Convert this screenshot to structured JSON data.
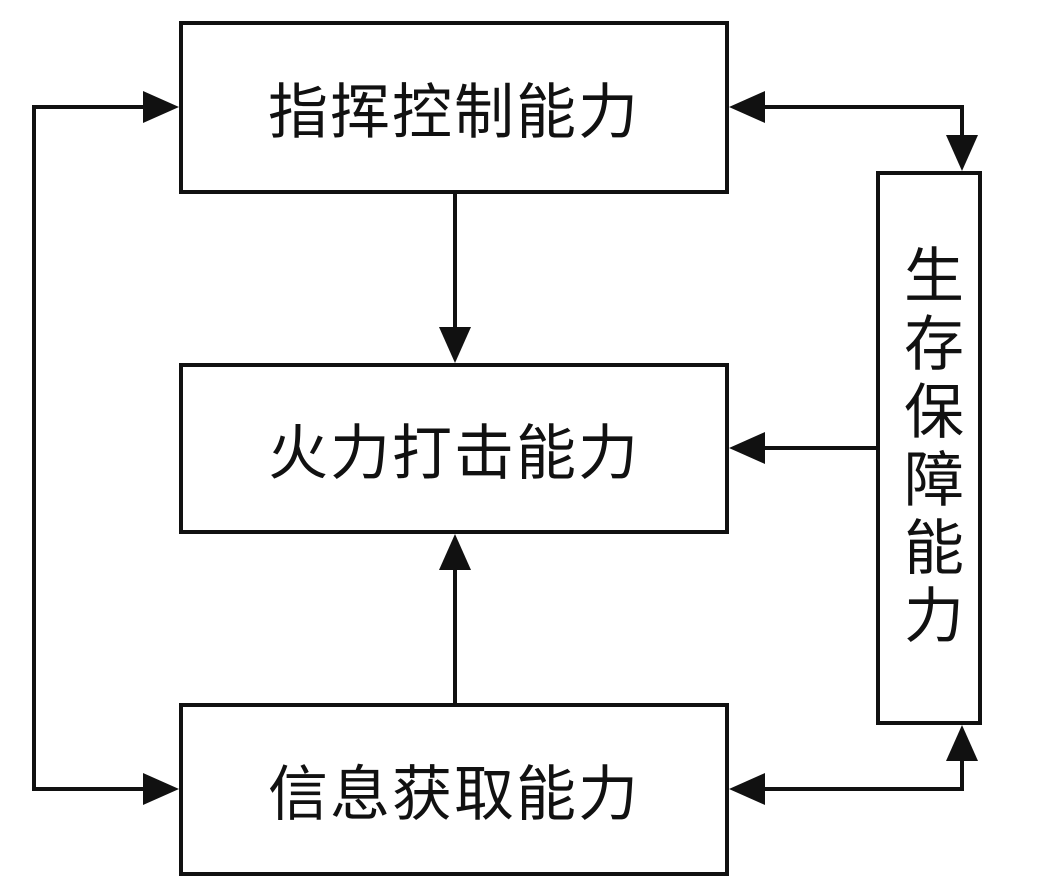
{
  "boxes": {
    "command": "指挥控制能力",
    "fire": "火力打击能力",
    "info": "信息获取能力",
    "survival": "生存保障能力"
  }
}
